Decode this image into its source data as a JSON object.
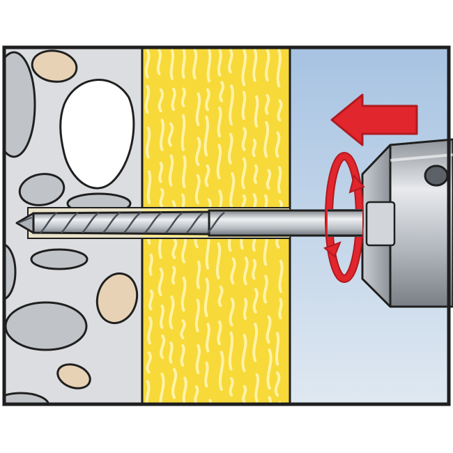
{
  "diagram": {
    "layers": [
      {
        "name": "concrete",
        "color": "#dcdde0"
      },
      {
        "name": "insulation",
        "color": "#f7d93a",
        "accent": "#fff3a8"
      },
      {
        "name": "cavity",
        "color": "#c3d6ea",
        "top_color": "#a7c3e2"
      }
    ],
    "colors": {
      "outline": "#1f1f1f",
      "arrow_red": "#e1262d",
      "arrow_dark": "#b01a20",
      "steel_light": "#eef0f2",
      "steel_mid": "#b9bec4",
      "steel_dark": "#7c8187",
      "pebble_tan": "#e7d2b5",
      "pebble_tan_dark": "#c9ae88",
      "pebble_grey": "#c0c4c9",
      "pebble_grey_dark": "#9a9fa6"
    },
    "icons": {
      "feed_arrow": "left-arrow-icon",
      "rotation": "clockwise-rotation-icon"
    }
  }
}
